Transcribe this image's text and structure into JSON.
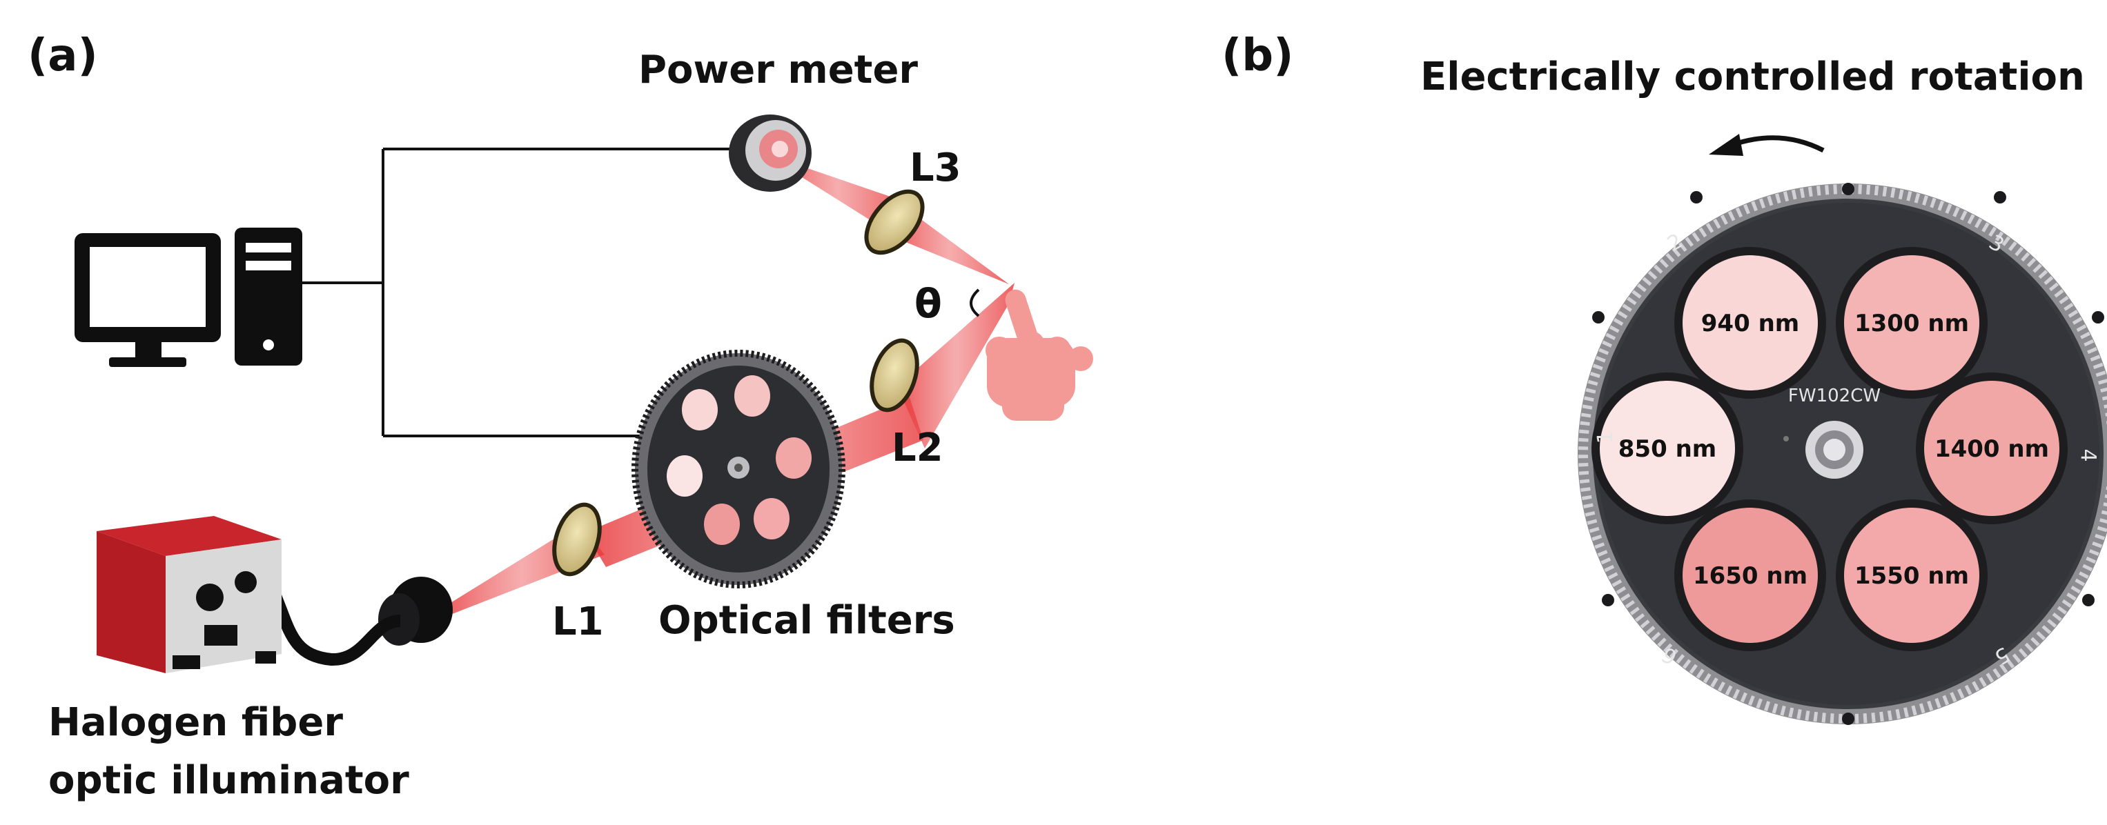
{
  "panel_a": {
    "tag": "(a)",
    "labels": {
      "power_meter": "Power meter",
      "l3": "L3",
      "theta": "θ",
      "l2": "L2",
      "l1": "L1",
      "optical_filters": "Optical filters",
      "illuminator_line1": "Halogen fiber",
      "illuminator_line2": "optic illuminator"
    }
  },
  "panel_b": {
    "tag": "(b)",
    "title": "Electrically controlled rotation",
    "model": "FW102CW",
    "filters": [
      {
        "position": "1",
        "wavelength": "850 nm",
        "color": "#fbe4e4"
      },
      {
        "position": "2",
        "wavelength": "940 nm",
        "color": "#f9d7d7"
      },
      {
        "position": "3",
        "wavelength": "1300 nm",
        "color": "#f4b4b4"
      },
      {
        "position": "4",
        "wavelength": "1400 nm",
        "color": "#f2a7a7"
      },
      {
        "position": "5",
        "wavelength": "1550 nm",
        "color": "#f3a9a9"
      },
      {
        "position": "6",
        "wavelength": "1650 nm",
        "color": "#ef9a9a"
      }
    ]
  },
  "colors": {
    "beam": "#e8373a",
    "wheel": "#3a3b40",
    "illuminator": "#b31c22",
    "hand": "#f39a96"
  }
}
